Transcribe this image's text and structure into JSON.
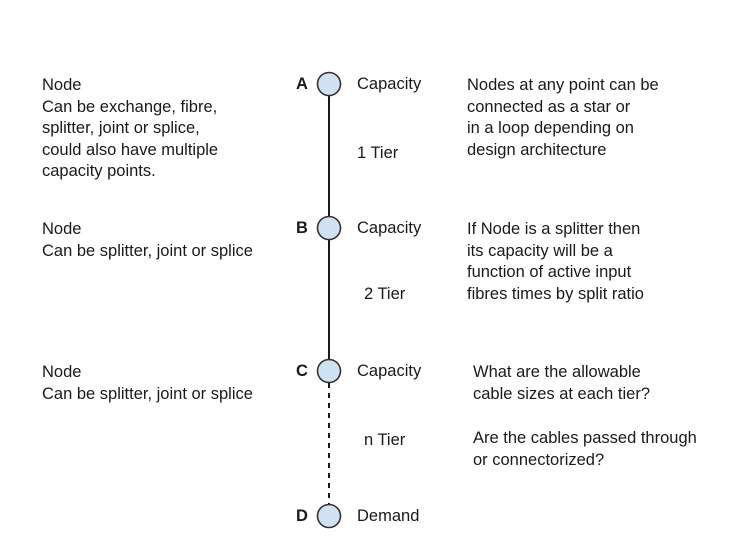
{
  "nodes": [
    {
      "letter": "A",
      "label": "Capacity",
      "left_lines": [
        "Node",
        "Can be exchange, fibre,",
        "splitter, joint or splice,",
        "could also have multiple",
        "capacity points."
      ],
      "right_lines": [
        "Nodes at any point can be",
        "connected as a star or",
        "in a loop depending on",
        "design architecture"
      ]
    },
    {
      "letter": "B",
      "label": "Capacity",
      "left_lines": [
        "Node",
        "Can be splitter, joint or splice"
      ],
      "right_lines": [
        "If Node is a splitter then",
        "its capacity will be a",
        "function of active input",
        "fibres times by split ratio"
      ]
    },
    {
      "letter": "C",
      "label": "Capacity",
      "left_lines": [
        "Node",
        "Can be splitter, joint or splice"
      ],
      "right_lines": [
        "What are the allowable",
        "cable sizes at each tier?"
      ],
      "right_lines_2": [
        "Are the cables passed through",
        "or connectorized?"
      ]
    },
    {
      "letter": "D",
      "label": "Demand"
    }
  ],
  "tiers": [
    {
      "label": "1 Tier",
      "style": "solid"
    },
    {
      "label": "2 Tier",
      "style": "solid"
    },
    {
      "label": "n Tier",
      "style": "dashed"
    }
  ],
  "colors": {
    "node_fill": "#cfe2f3",
    "node_stroke": "#333333",
    "line": "#000000"
  }
}
